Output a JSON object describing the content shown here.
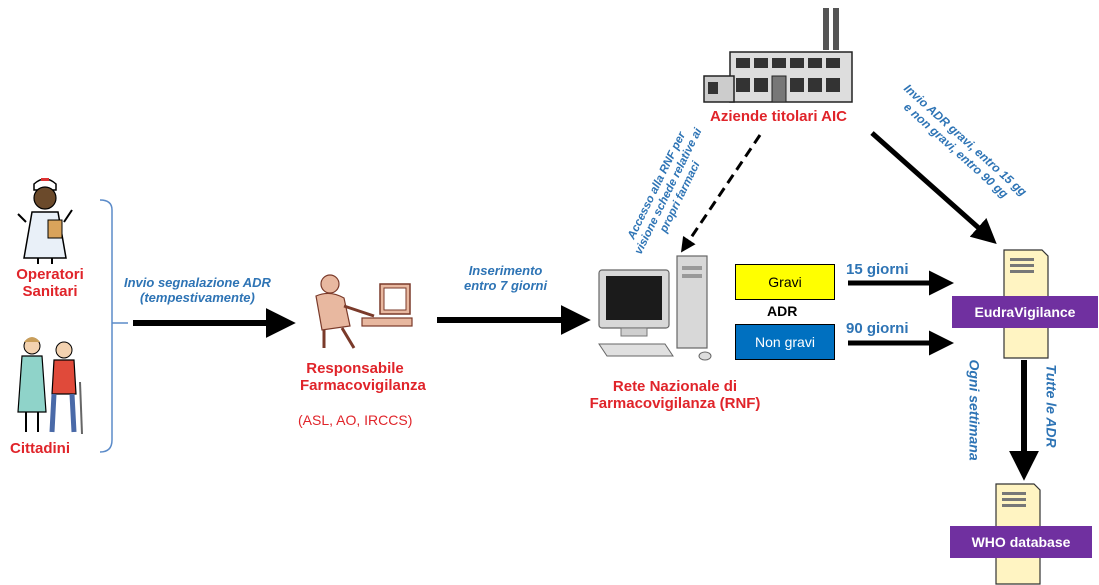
{
  "actors": {
    "operatori": "Operatori\nSanitari",
    "cittadini": "Cittadini",
    "responsabile_title": "Responsabile\nFarmacovigilanza",
    "responsabile_sub": "(ASL, AO, IRCCS)",
    "rnf": "Rete Nazionale di\nFarmacovigilanza (RNF)",
    "aziende": "Aziende titolari AIC",
    "eudra": "EudraVigilance",
    "who": "WHO database"
  },
  "labels": {
    "invio_segnalazione": "Invio  segnalazione ADR\n(tempestivamente)",
    "inserimento": "Inserimento\nentro 7 giorni",
    "accesso": "Accesso alla RNF per\nvisione schede relative ai\npropri farmaci",
    "invio_adr": "Invio ADR gravi, entro 15 gg\ne non gravi, entro 90 gg",
    "ogni_settimana": "Ogni settimana",
    "tutte_adr": "Tutte le ADR",
    "adr": "ADR",
    "gravi": "Gravi",
    "non_gravi": "Non gravi",
    "giorni_15": "15 giorni",
    "giorni_90": "90 giorni"
  },
  "colors": {
    "red": "#e0242a",
    "blue": "#2e74b5",
    "purple": "#7030a0",
    "gravi_fill": "#ffff00",
    "non_gravi_fill": "#0070c0"
  },
  "icons": [
    "nurse-icon",
    "patients-icon",
    "person-computer-icon",
    "computer-icon",
    "factory-icon",
    "server-icon"
  ]
}
